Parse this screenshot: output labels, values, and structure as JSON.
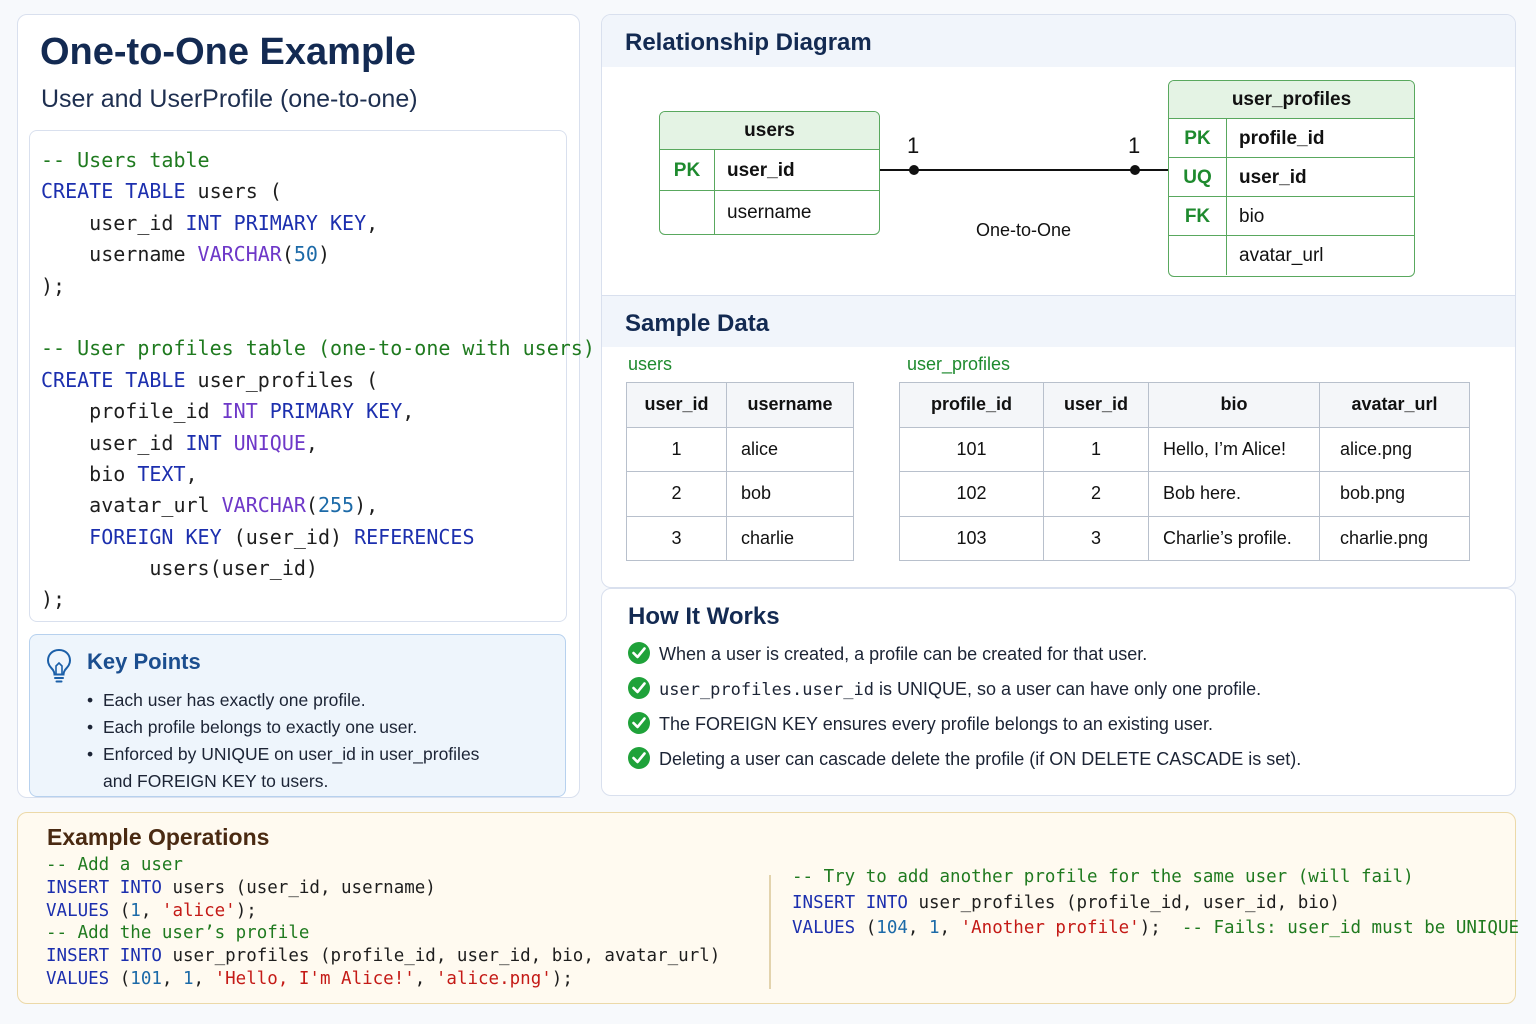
{
  "header": {
    "title": "One-to-One Example",
    "subtitle": "User and UserProfile (one-to-one)"
  },
  "schema_code": {
    "lines": [
      [
        {
          "t": "-- Users table",
          "c": "cm"
        }
      ],
      [
        {
          "t": "CREATE TABLE",
          "c": "kw"
        },
        {
          "t": " users (",
          "c": "pl"
        }
      ],
      [
        {
          "t": "    user_id ",
          "c": "pl"
        },
        {
          "t": "INT PRIMARY KEY",
          "c": "kw"
        },
        {
          "t": ",",
          "c": "pl"
        }
      ],
      [
        {
          "t": "    username ",
          "c": "pl"
        },
        {
          "t": "VARCHAR",
          "c": "ty"
        },
        {
          "t": "(",
          "c": "pl"
        },
        {
          "t": "50",
          "c": "nm"
        },
        {
          "t": ")",
          "c": "pl"
        }
      ],
      [
        {
          "t": ");",
          "c": "pl"
        }
      ],
      [
        {
          "t": "",
          "c": "pl"
        }
      ],
      [
        {
          "t": "-- User profiles table (one-to-one with users)",
          "c": "cm"
        }
      ],
      [
        {
          "t": "CREATE TABLE",
          "c": "kw"
        },
        {
          "t": " user_profiles (",
          "c": "pl"
        }
      ],
      [
        {
          "t": "    profile_id ",
          "c": "pl"
        },
        {
          "t": "INT",
          "c": "ty"
        },
        {
          "t": " PRIMARY KEY",
          "c": "kw"
        },
        {
          "t": ",",
          "c": "pl"
        }
      ],
      [
        {
          "t": "    user_id ",
          "c": "pl"
        },
        {
          "t": "INT",
          "c": "kw"
        },
        {
          "t": " UNIQUE",
          "c": "ty"
        },
        {
          "t": ",",
          "c": "pl"
        }
      ],
      [
        {
          "t": "    bio ",
          "c": "pl"
        },
        {
          "t": "TEXT",
          "c": "kw"
        },
        {
          "t": ",",
          "c": "pl"
        }
      ],
      [
        {
          "t": "    avatar_url ",
          "c": "pl"
        },
        {
          "t": "VARCHAR",
          "c": "ty"
        },
        {
          "t": "(",
          "c": "pl"
        },
        {
          "t": "255",
          "c": "nm"
        },
        {
          "t": "),",
          "c": "pl"
        }
      ],
      [
        {
          "t": "    ",
          "c": "pl"
        },
        {
          "t": "FOREIGN KEY",
          "c": "kw"
        },
        {
          "t": " (user_id) ",
          "c": "pl"
        },
        {
          "t": "REFERENCES",
          "c": "kw"
        }
      ],
      [
        {
          "t": "         users(user_id)",
          "c": "pl"
        }
      ],
      [
        {
          "t": ");",
          "c": "pl"
        }
      ]
    ]
  },
  "key_points": {
    "title": "Key Points",
    "items": [
      "Each user has exactly one profile.",
      "Each profile belongs to exactly one user.",
      "Enforced by UNIQUE on user_id in user_profiles and FOREIGN KEY to users."
    ]
  },
  "diagram": {
    "title": "Relationship Diagram",
    "users_entity": {
      "name": "users",
      "rows": [
        {
          "key": "PK",
          "field": "user_id"
        },
        {
          "key": "",
          "field": "username"
        }
      ]
    },
    "profiles_entity": {
      "name": "user_profiles",
      "rows": [
        {
          "key": "PK",
          "field": "profile_id"
        },
        {
          "key": "UQ",
          "field": "user_id"
        },
        {
          "key": "FK",
          "field": "bio"
        },
        {
          "key": "",
          "field": "avatar_url"
        }
      ]
    },
    "cardinality_left": "1",
    "cardinality_right": "1",
    "relationship_label": "One-to-One",
    "line_color": "#111111"
  },
  "sample_data": {
    "title": "Sample Data",
    "users": {
      "label": "users",
      "columns": [
        "user_id",
        "username"
      ],
      "rows": [
        [
          "1",
          "alice"
        ],
        [
          "2",
          "bob"
        ],
        [
          "3",
          "charlie"
        ]
      ]
    },
    "user_profiles": {
      "label": "user_profiles",
      "columns": [
        "profile_id",
        "user_id",
        "bio",
        "avatar_url"
      ],
      "rows": [
        [
          "101",
          "1",
          "Hello, I’m Alice!",
          "alice.png"
        ],
        [
          "102",
          "2",
          "Bob here.",
          "bob.png"
        ],
        [
          "103",
          "3",
          "Charlie’s profile.",
          "charlie.png"
        ]
      ]
    }
  },
  "how_it_works": {
    "title": "How It Works",
    "items": [
      [
        {
          "t": "When a user is created, a profile can be created for that user.",
          "code": false
        }
      ],
      [
        {
          "t": "user_profiles.user_id",
          "code": true
        },
        {
          "t": " is UNIQUE, so a user can have only one profile.",
          "code": false
        }
      ],
      [
        {
          "t": "The FOREIGN KEY ensures every profile belongs to an existing user.",
          "code": false
        }
      ],
      [
        {
          "t": "Deleting a user can cascade delete the profile (if ON DELETE CASCADE is set).",
          "code": false
        }
      ]
    ],
    "check_color": "#1fa23a"
  },
  "example_operations": {
    "title": "Example Operations",
    "left_lines": [
      [
        {
          "t": "-- Add a user",
          "c": "cm"
        }
      ],
      [
        {
          "t": "INSERT INTO",
          "c": "kw"
        },
        {
          "t": " users (user_id, username)",
          "c": "pl"
        }
      ],
      [
        {
          "t": "VALUES",
          "c": "kw"
        },
        {
          "t": " (",
          "c": "pl"
        },
        {
          "t": "1",
          "c": "nm"
        },
        {
          "t": ", ",
          "c": "pl"
        },
        {
          "t": "'alice'",
          "c": "st"
        },
        {
          "t": ");",
          "c": "pl"
        }
      ],
      [
        {
          "t": "-- Add the user’s profile",
          "c": "cm"
        }
      ],
      [
        {
          "t": "INSERT INTO",
          "c": "kw"
        },
        {
          "t": " user_profiles (profile_id, user_id, bio, avatar_url)",
          "c": "pl"
        }
      ],
      [
        {
          "t": "VALUES",
          "c": "kw"
        },
        {
          "t": " (",
          "c": "pl"
        },
        {
          "t": "101",
          "c": "nm"
        },
        {
          "t": ", ",
          "c": "pl"
        },
        {
          "t": "1",
          "c": "nm"
        },
        {
          "t": ", ",
          "c": "pl"
        },
        {
          "t": "'Hello, I'm Alice!'",
          "c": "st"
        },
        {
          "t": ", ",
          "c": "pl"
        },
        {
          "t": "'alice.png'",
          "c": "st"
        },
        {
          "t": ");",
          "c": "pl"
        }
      ]
    ],
    "right_lines": [
      [
        {
          "t": "-- Try to add another profile for the same user (will fail)",
          "c": "cm"
        }
      ],
      [
        {
          "t": "INSERT INTO",
          "c": "kw"
        },
        {
          "t": " user_profiles (profile_id, user_id, bio)",
          "c": "pl"
        }
      ],
      [
        {
          "t": "VALUES",
          "c": "kw"
        },
        {
          "t": " (",
          "c": "pl"
        },
        {
          "t": "104",
          "c": "nm"
        },
        {
          "t": ", ",
          "c": "pl"
        },
        {
          "t": "1",
          "c": "nm"
        },
        {
          "t": ", ",
          "c": "pl"
        },
        {
          "t": "'Another profile'",
          "c": "st"
        },
        {
          "t": ");  ",
          "c": "pl"
        },
        {
          "t": "-- Fails: user_id must be UNIQUE",
          "c": "cm"
        }
      ]
    ]
  },
  "icons": {
    "key_points_icon": "lightbulb-icon",
    "how_item_icon": "check-circle-icon"
  }
}
